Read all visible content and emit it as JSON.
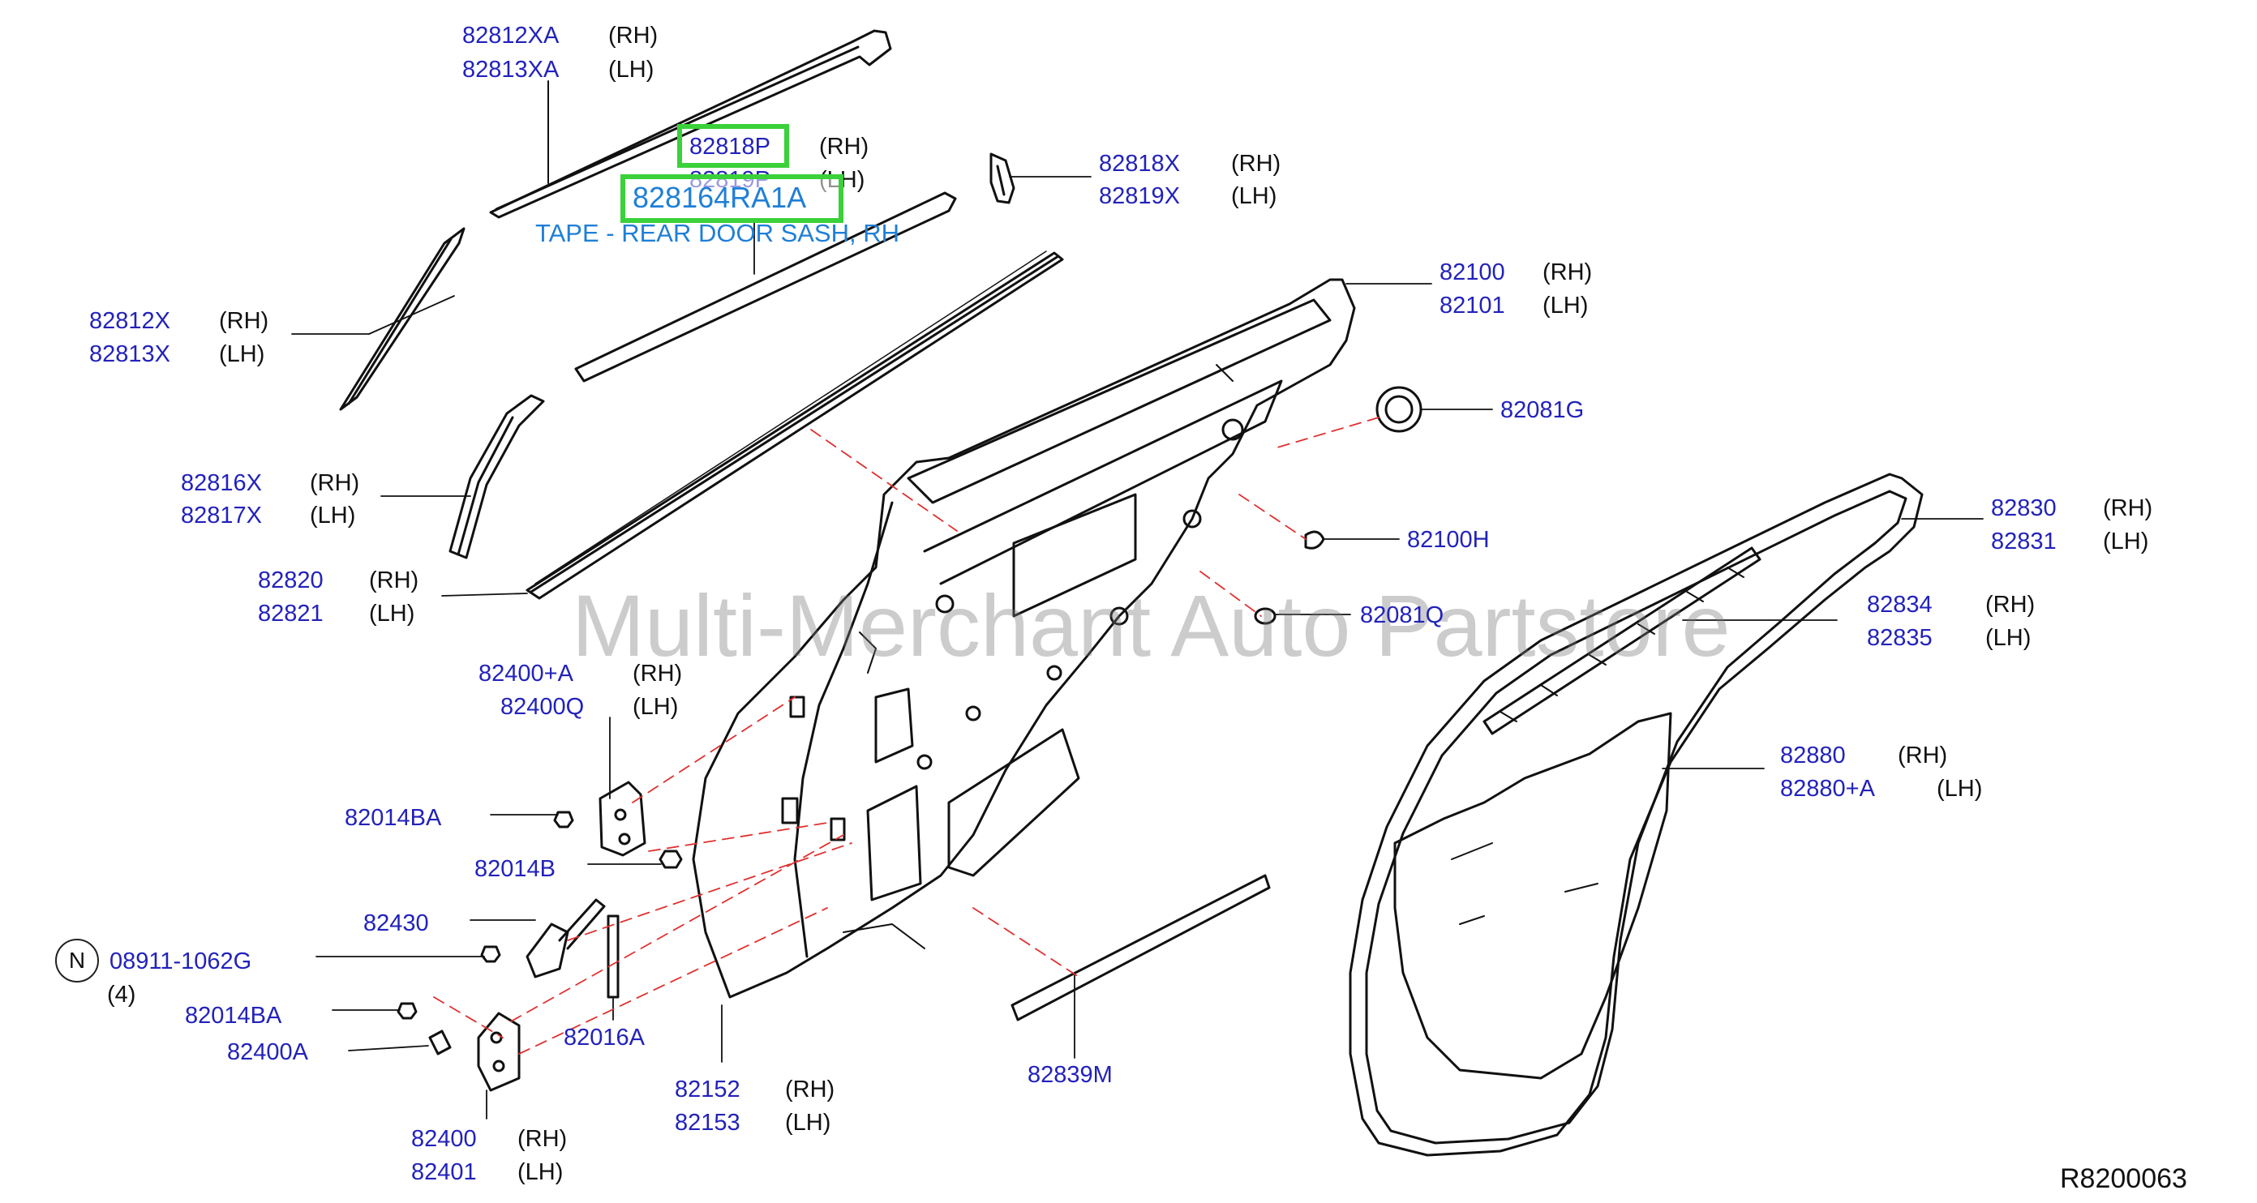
{
  "diagram": {
    "watermark": "Multi-Merchant Auto Partstore",
    "reference_code": "R8200063",
    "highlight": {
      "part_number": "82818P",
      "selected_part_number": "828164RA1A",
      "selected_description": "TAPE - REAR DOOR SASH, RH"
    },
    "callouts": [
      {
        "number": "82812XA",
        "side": "(RH)"
      },
      {
        "number": "82813XA",
        "side": "(LH)"
      },
      {
        "number": "82819P",
        "side": "(LH)"
      },
      {
        "number": "82818X",
        "side": "(RH)"
      },
      {
        "number": "82819X",
        "side": "(LH)"
      },
      {
        "number": "82812X",
        "side": "(RH)"
      },
      {
        "number": "82813X",
        "side": "(LH)"
      },
      {
        "number": "82100",
        "side": "(RH)"
      },
      {
        "number": "82101",
        "side": "(LH)"
      },
      {
        "number": "82081G",
        "side": ""
      },
      {
        "number": "82816X",
        "side": "(RH)"
      },
      {
        "number": "82817X",
        "side": "(LH)"
      },
      {
        "number": "82830",
        "side": "(RH)"
      },
      {
        "number": "82831",
        "side": "(LH)"
      },
      {
        "number": "82100H",
        "side": ""
      },
      {
        "number": "82820",
        "side": "(RH)"
      },
      {
        "number": "82821",
        "side": "(LH)"
      },
      {
        "number": "82081Q",
        "side": ""
      },
      {
        "number": "82834",
        "side": "(RH)"
      },
      {
        "number": "82835",
        "side": "(LH)"
      },
      {
        "number": "82400+A",
        "side": "(RH)"
      },
      {
        "number": "82400Q",
        "side": "(LH)"
      },
      {
        "number": "82880",
        "side": "(RH)"
      },
      {
        "number": "82880+A",
        "side": "(LH)"
      },
      {
        "number": "82014BA",
        "side": ""
      },
      {
        "number": "82014B",
        "side": ""
      },
      {
        "number": "82430",
        "side": ""
      },
      {
        "number": "08911-1062G",
        "side": "(4)",
        "prefix": "N"
      },
      {
        "number": "82014BA",
        "side": ""
      },
      {
        "number": "82400A",
        "side": ""
      },
      {
        "number": "82016A",
        "side": ""
      },
      {
        "number": "82152",
        "side": "(RH)"
      },
      {
        "number": "82153",
        "side": "(LH)"
      },
      {
        "number": "82839M",
        "side": ""
      },
      {
        "number": "82400",
        "side": "(RH)"
      },
      {
        "number": "82401",
        "side": "(LH)"
      }
    ],
    "colors": {
      "label": "#2222bb",
      "highlight_border": "#3ad13a",
      "highlight_text": "#1f7fd6",
      "leader_dash": "#e03030",
      "line": "#111111"
    }
  }
}
